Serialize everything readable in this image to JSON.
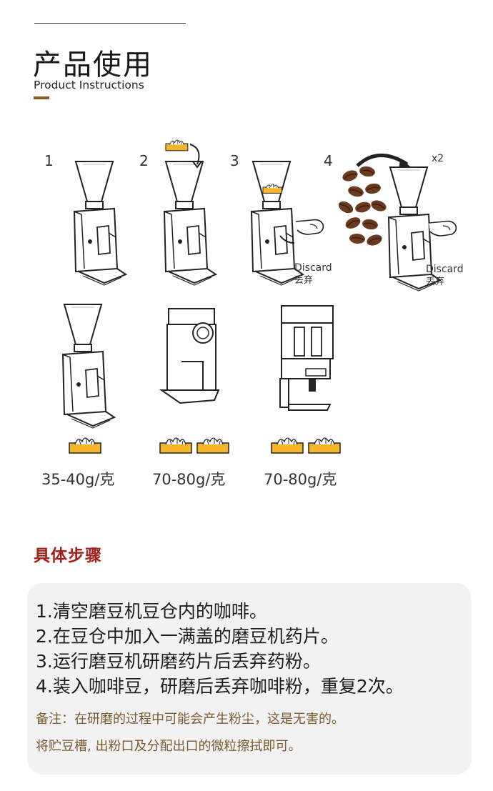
{
  "header": {
    "title_cn": "产品使用",
    "title_en": "Product Instructions"
  },
  "illustration": {
    "step_numbers": [
      "1",
      "2",
      "3",
      "4"
    ],
    "repeat_label": "x2",
    "discard_en": "Discard",
    "discard_cn": "丢弃",
    "doses": [
      "35-40g/克",
      "70-80g/克",
      "70-80g/克"
    ]
  },
  "procedure": {
    "heading": "具体步骤",
    "steps": [
      "1.清空磨豆机豆仓内的咖啡。",
      "2.在豆仓中加入一满盖的磨豆机药片。",
      "3.运行磨豆机研磨药片后丢弃药粉。",
      "4.装入咖啡豆，研磨后丢弃咖啡粉，重复2次。"
    ],
    "note_line1": "备注：在研磨的过程中可能会产生粉尘，这是无害的。",
    "note_line2": "将贮豆槽, 出粉口及分配出口的微粒擦拭即可。"
  },
  "colors": {
    "accent_brown": "#8a5a24",
    "heading_red": "#a3201d",
    "tablet_yellow": "#f5b62a",
    "bean_brown": "#6b3a1f"
  }
}
